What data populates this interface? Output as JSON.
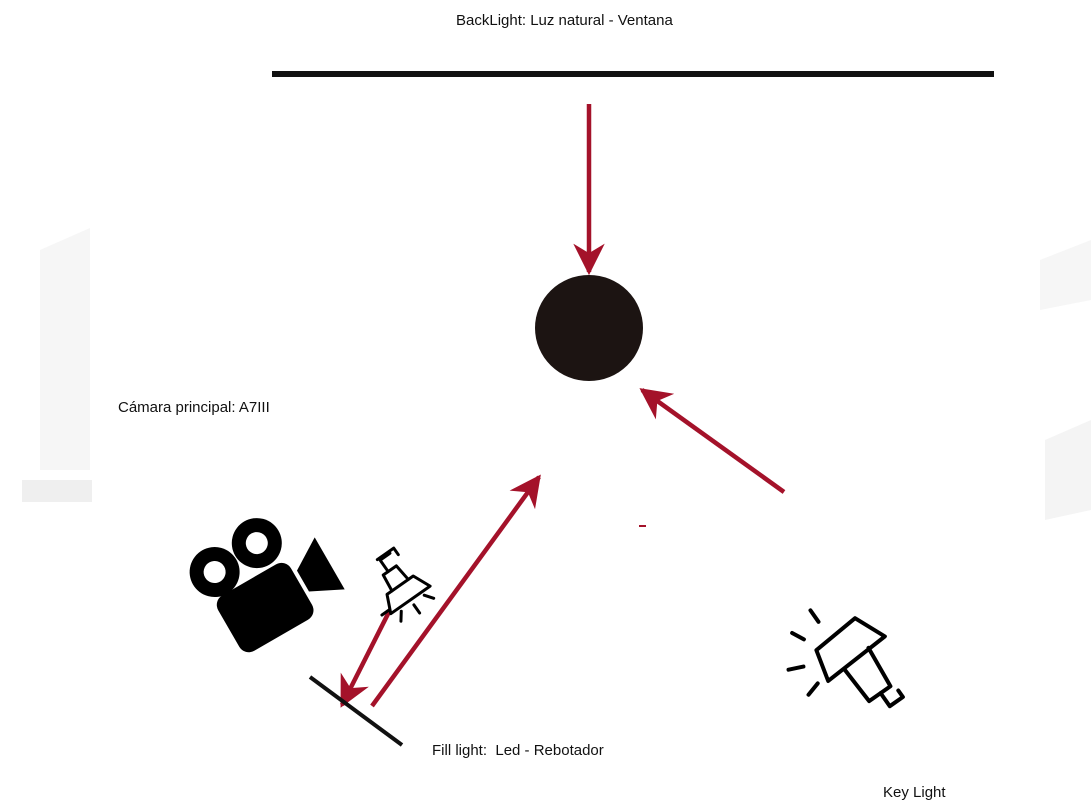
{
  "labels": {
    "backlight": "BackLight: Luz natural - Ventana",
    "camera": "Cámara principal: A7III",
    "fill": "Fill light:  Led - Rebotador",
    "key": "Key Light"
  },
  "icons": {
    "camera": "video-camera-icon",
    "fill_lamp": "spotlight-icon",
    "key_lamp": "spotlight-icon"
  },
  "colors": {
    "arrow": "#a4122a",
    "ink": "#000000",
    "subject": "#1c1412",
    "watermark": "#ededed"
  }
}
